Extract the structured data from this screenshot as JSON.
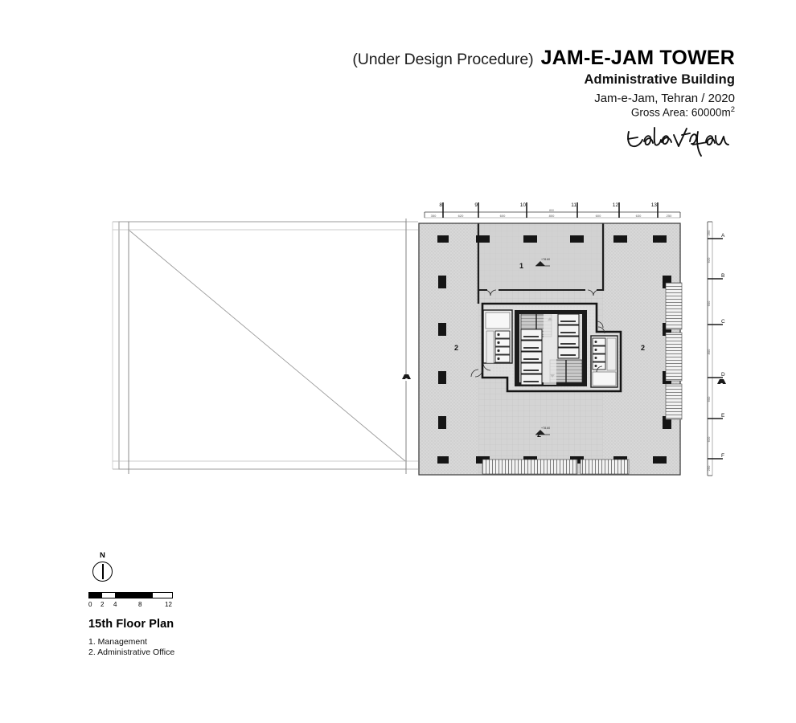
{
  "title_block": {
    "status": "(Under Design Procedure)",
    "project_name": "JAM-E-JAM TOWER",
    "building_type": "Administrative Building",
    "location_year": "Jam-e-Jam, Tehran / 2020",
    "gross_area_label": "Gross Area: 60000m",
    "gross_area_exponent": "2",
    "signature_text": "Eade Va Ejea"
  },
  "legend": {
    "north_label": "N",
    "scale_ticks": [
      "0",
      "2",
      "4",
      "8",
      "12"
    ],
    "plan_name": "15th Floor Plan",
    "room_key": [
      "1. Management",
      "2. Administrative Office"
    ]
  },
  "plan": {
    "grid_top_labels": [
      "8",
      "9",
      "10",
      "11",
      "12",
      "13"
    ],
    "grid_top_dimensions": [
      "350",
      "620",
      "600",
      "800",
      "600",
      "630",
      "250"
    ],
    "grid_right_labels": [
      "A",
      "B",
      "C",
      "D",
      "E",
      "F"
    ],
    "grid_right_dimensions": [
      "250",
      "620",
      "600",
      "800",
      "600",
      "620",
      "250"
    ],
    "room_labels": [
      {
        "number": "1",
        "level": "+78.60"
      },
      {
        "number": "2",
        "level": ""
      },
      {
        "number": "2",
        "level": ""
      },
      {
        "number": "2",
        "level": "+78.60"
      }
    ],
    "colors": {
      "floor_hatch": "#d7d7d7",
      "floor_hatch_light": "#e2e2e2",
      "core_wall": "#1d1d1d",
      "column": "#171717",
      "line": "#3a3a3a",
      "thin_line": "#9a9a9a"
    }
  }
}
